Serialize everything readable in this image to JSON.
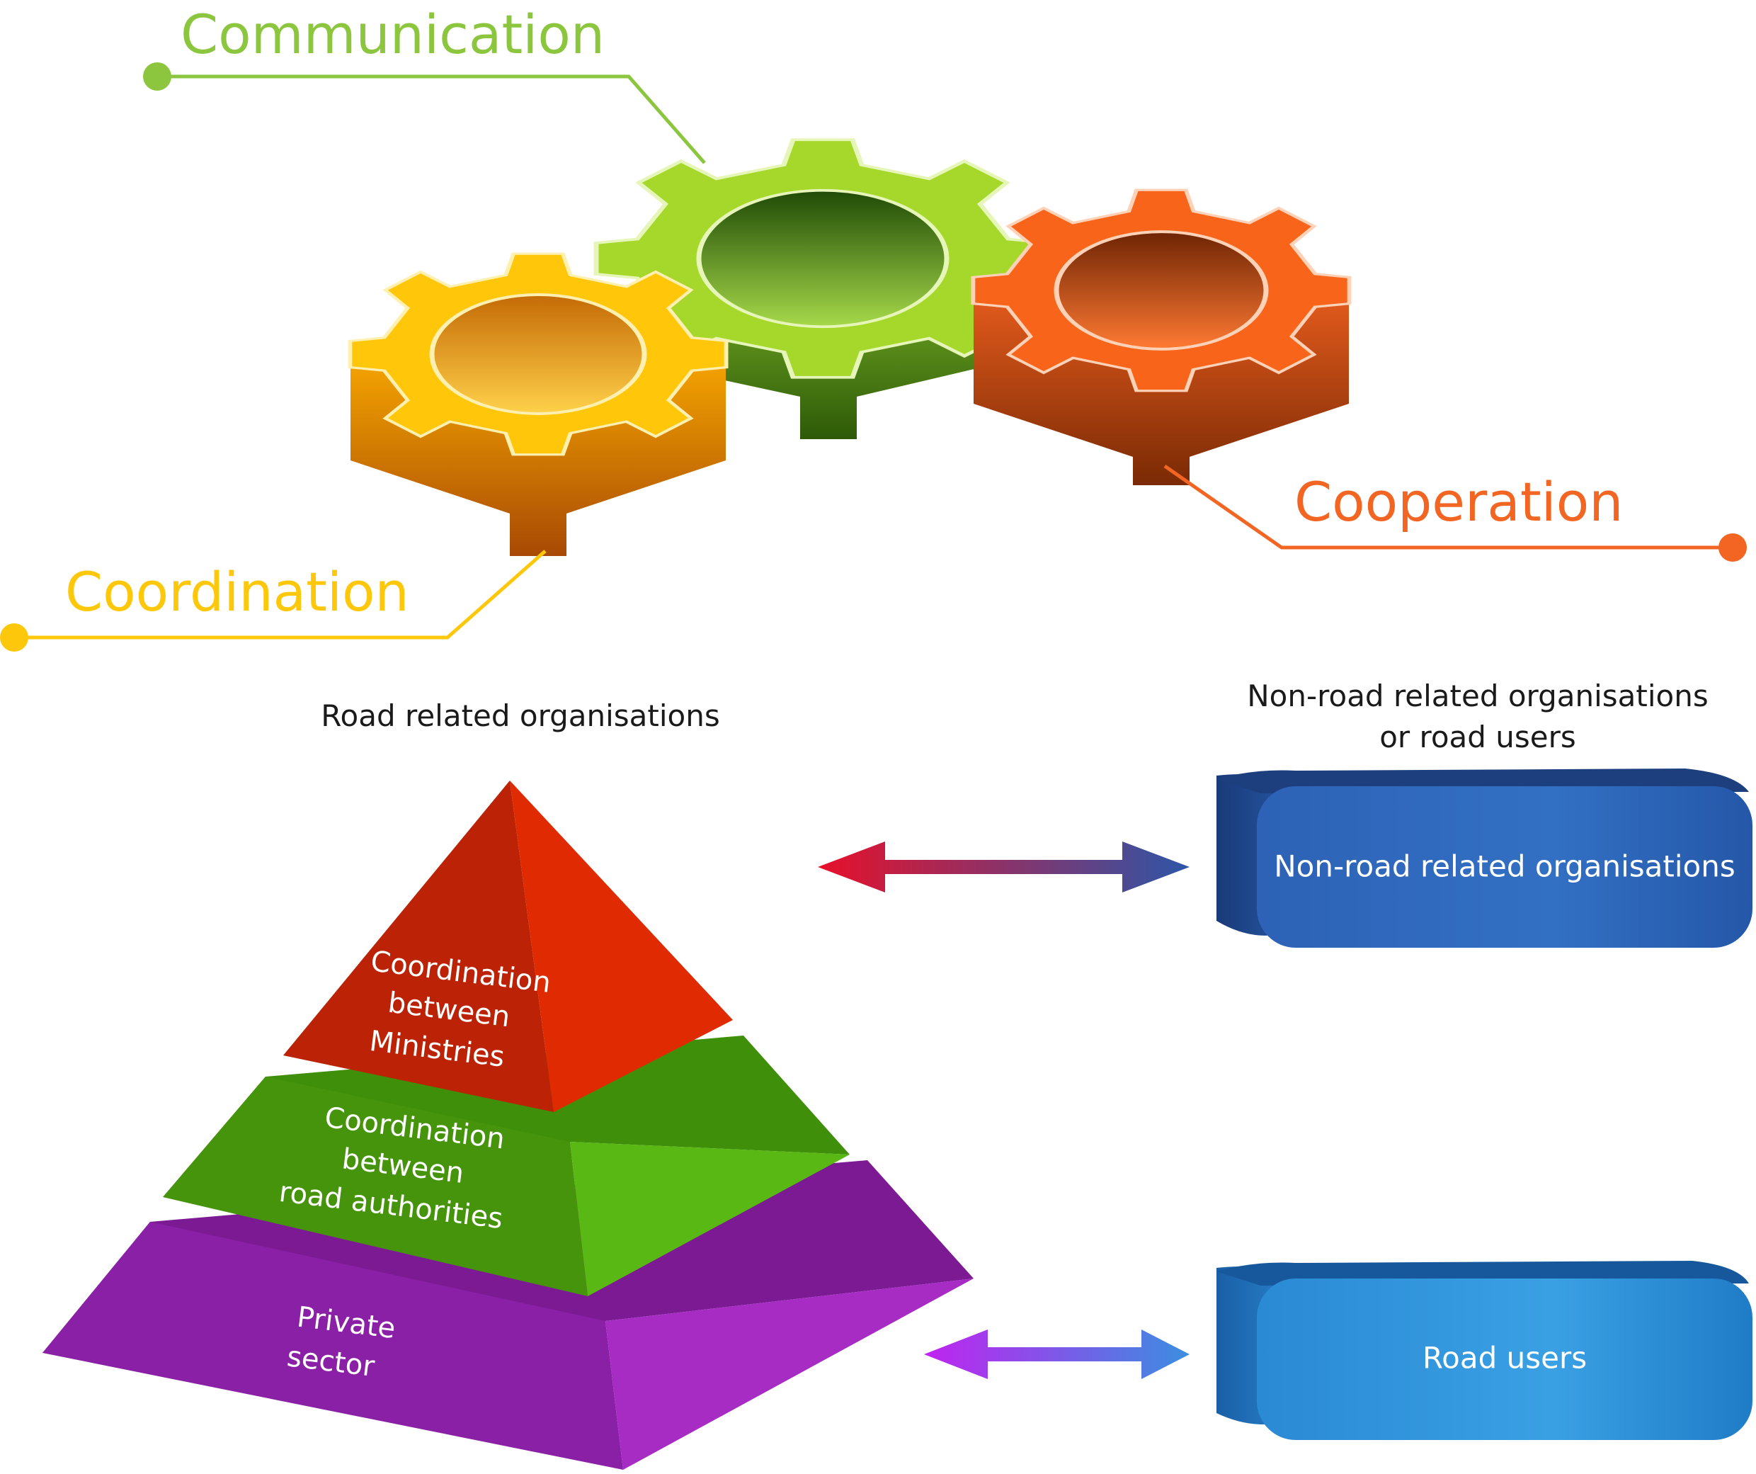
{
  "gears": {
    "communication": {
      "label": "Communication",
      "color": "#8cc63f"
    },
    "coordination": {
      "label": "Coordination",
      "color": "#fdc80b"
    },
    "cooperation": {
      "label": "Cooperation",
      "color": "#f26522"
    }
  },
  "road_related": {
    "heading": "Road related organisations"
  },
  "non_road": {
    "heading_line1": "Non-road related organisations",
    "heading_line2": "or road users"
  },
  "pyramid": {
    "top": {
      "line1": "Coordination",
      "line2": "between",
      "line3": "Ministries",
      "color": "#d92b0c"
    },
    "middle": {
      "line1": "Coordination",
      "line2": "between",
      "line3": "road authorities",
      "color": "#4fac0f"
    },
    "bottom": {
      "line1": "Private",
      "line2": "sector",
      "color": "#8e22a8"
    }
  },
  "boxes": {
    "non_road_orgs": {
      "label": "Non-road related organisations",
      "color": "#2b63b4"
    },
    "road_users": {
      "label": "Road users",
      "color": "#2790d6"
    }
  }
}
